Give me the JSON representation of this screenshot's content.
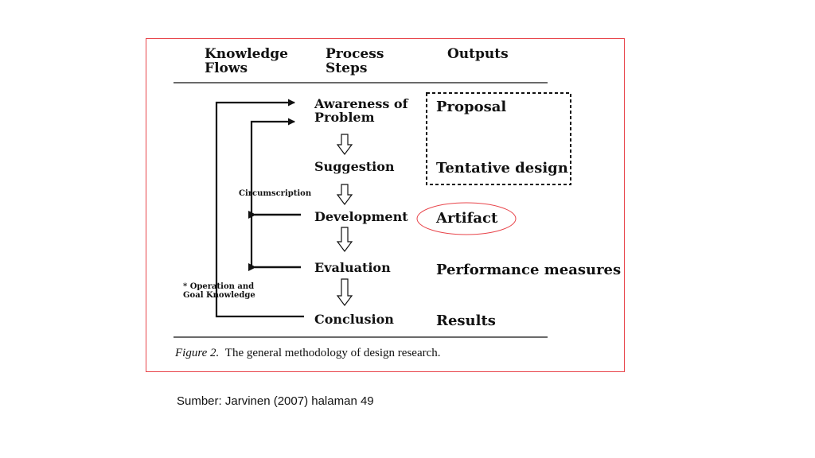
{
  "figure": {
    "headers": {
      "knowledge_flows": "Knowledge\nFlows",
      "process_steps": "Process\nSteps",
      "outputs": "Outputs"
    },
    "steps": {
      "awareness": "Awareness of\nProblem",
      "suggestion": "Suggestion",
      "development": "Development",
      "evaluation": "Evaluation",
      "conclusion": "Conclusion"
    },
    "outputs": {
      "proposal": "Proposal",
      "tentative_design": "Tentative design",
      "artifact": "Artifact",
      "performance_measures": "Performance measures",
      "results": "Results"
    },
    "labels": {
      "circumscription": "Circumscription",
      "operation_goal": "* Operation and\nGoal Knowledge"
    },
    "caption": {
      "prefix": "Figure 2.",
      "text": "The general methodology of design research."
    },
    "colors": {
      "frame_border": "#e8444a",
      "artifact_highlight": "#e8444a"
    }
  },
  "source": "Sumber: Jarvinen (2007) halaman 49"
}
